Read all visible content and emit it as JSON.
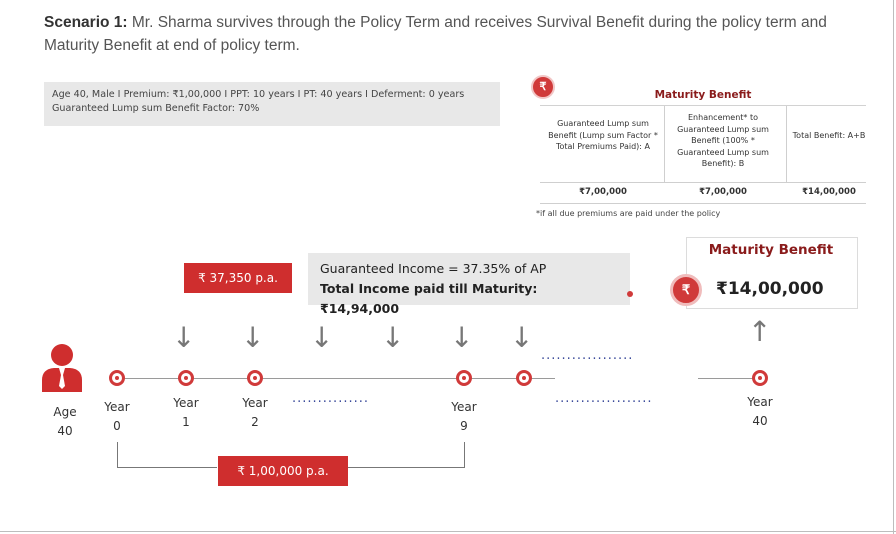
{
  "heading": {
    "bold": "Scenario 1:",
    "text": " Mr. Sharma survives through the Policy Term and receives Survival Benefit during the policy term and Maturity Benefit at end of policy term."
  },
  "params": {
    "line1": "Age 40, Male  I  Premium: ₹1,00,000  I  PPT: 10 years  I  PT: 40 years  I  Deferment: 0 years",
    "line2": "Guaranteed Lump sum Benefit Factor: 70%"
  },
  "maturity_table": {
    "title": "Maturity Benefit",
    "icon": "rupee-icon",
    "col_a": "Guaranteed Lump sum Benefit (Lump sum Factor * Total Premiums Paid): A",
    "col_b": "Enhancement* to Guaranteed Lump sum Benefit (100% * Guaranteed Lump sum Benefit): B",
    "col_c": "Total Benefit: A+B",
    "val_a": "₹7,00,000",
    "val_b": "₹7,00,000",
    "val_c": "₹14,00,000",
    "footnote": "*if all due premiums are paid under the policy"
  },
  "income_badge": "₹ 37,350 p.a.",
  "guaranteed_income": {
    "line1": "Guaranteed Income = 37.35% of AP",
    "line2": "Total Income paid till Maturity: ₹14,94,000"
  },
  "maturity_benefit": {
    "title": "Maturity Benefit",
    "amount": "₹14,00,000"
  },
  "timeline": {
    "age_label": "Age",
    "age_value": "40",
    "points": [
      {
        "label": "Year",
        "value": "0"
      },
      {
        "label": "Year",
        "value": "1"
      },
      {
        "label": "Year",
        "value": "2"
      },
      {
        "label": "Year",
        "value": "9"
      },
      {
        "label": "Year",
        "value": "40"
      }
    ],
    "premium_badge": "₹ 1,00,000 p.a."
  },
  "colors": {
    "accent_red": "#cf2e2e",
    "maroon": "#8a1b1b",
    "grey_box": "#e8e8e8"
  }
}
